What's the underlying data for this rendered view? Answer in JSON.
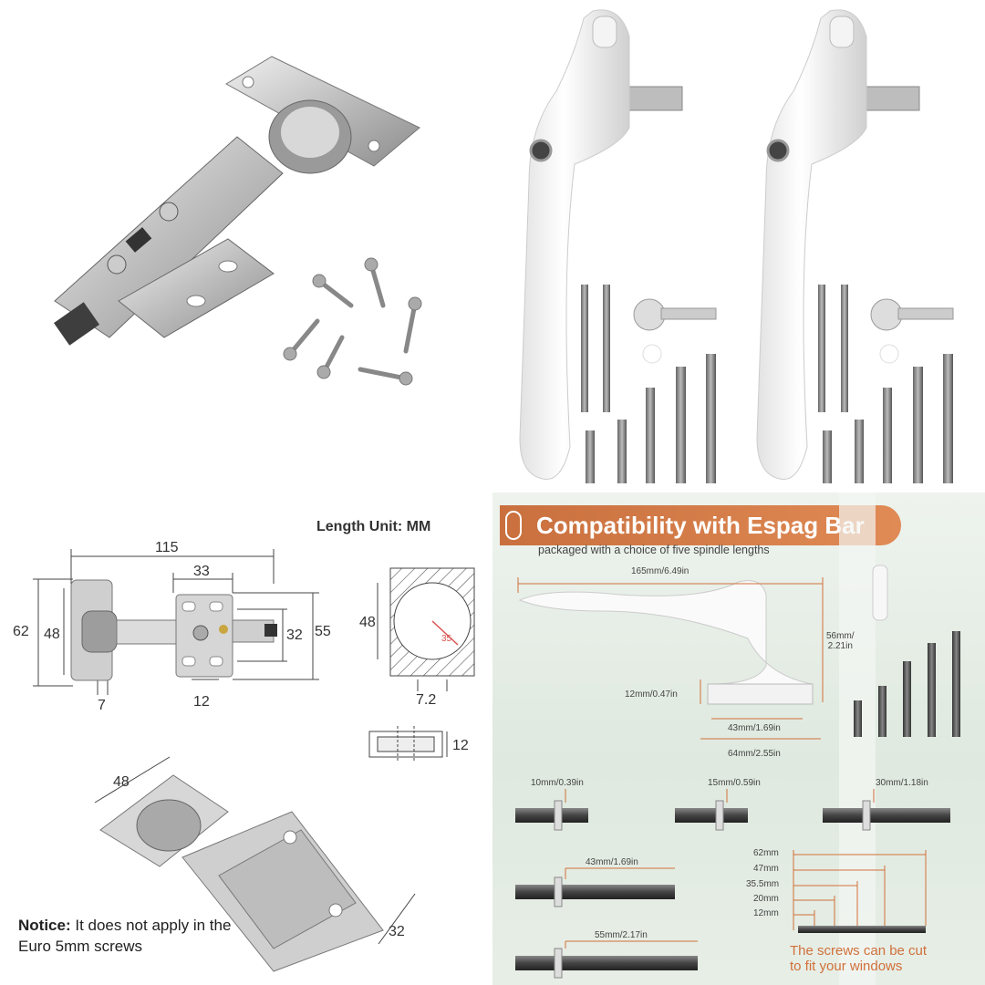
{
  "diagram": {
    "unit_label": "Length Unit: MM",
    "dims": {
      "d115": "115",
      "d33": "33",
      "d62": "62",
      "d48": "48",
      "d32": "32",
      "d55": "55",
      "d7": "7",
      "d12": "12",
      "cup48": "48",
      "cup35": "35",
      "d7_2": "7.2",
      "depth12": "12",
      "photo48": "48",
      "photo32": "32"
    },
    "notice_bold": "Notice:",
    "notice_text": " It does not apply in the Euro 5mm screws"
  },
  "compat": {
    "title": "Compatibility with Espag Bar",
    "subtitle": "packaged with a choice of five spindle lengths",
    "handle_dims": {
      "length": "165mm/6.49in",
      "height": "56mm/\n2.21in",
      "base_h": "12mm/0.47in",
      "base_a": "43mm/1.69in",
      "base_b": "64mm/2.55in"
    },
    "spindles": [
      "10mm/0.39in",
      "15mm/0.59in",
      "30mm/1.18in",
      "43mm/1.69in",
      "55mm/2.17in"
    ],
    "screws": [
      "62mm",
      "47mm",
      "35.5mm",
      "20mm",
      "12mm"
    ],
    "cut_note_1": "The screws can be cut",
    "cut_note_2": "to fit your windows"
  },
  "colors": {
    "accent": "#d0703a",
    "metal": "#b9b9b9",
    "handle": "#f6f6f6",
    "dark_metal": "#555555"
  }
}
